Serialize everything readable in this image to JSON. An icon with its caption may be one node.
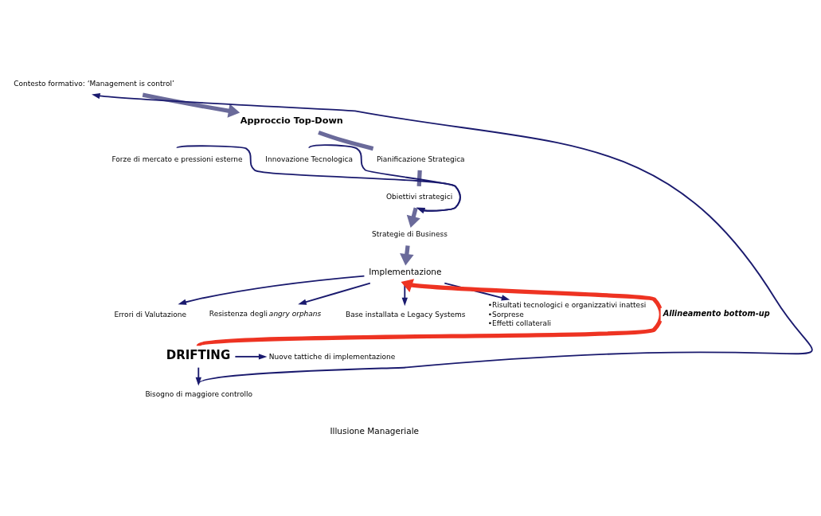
{
  "diagram": {
    "nodes": [
      {
        "text": [
          "Contesto formativo: ‘Management is control’"
        ]
      },
      {
        "text": [
          "Approccio Top-Down"
        ]
      },
      {
        "text": [
          "Pianificazione Strategica"
        ]
      },
      {
        "text": [
          "Obiettivi strategici"
        ]
      },
      {
        "text": [
          "Forze di mercato e pressioni esterne"
        ]
      },
      {
        "text": [
          "Innovazione Tecnologica"
        ]
      },
      {
        "text": [
          "Strategie di Business"
        ]
      },
      {
        "text": [
          "Implementazione"
        ]
      },
      {
        "text": [
          "Resistenza degli *angry orphans*"
        ]
      },
      {
        "text": [
          "Errori di Valutazione"
        ]
      },
      {
        "text": [
          "Base installata e Legacy Systems"
        ]
      },
      {
        "text": [
          "•Risultati tecnologici e organizzativi inattesi",
          "•Sorprese",
          "•Effetti collaterali"
        ]
      },
      {
        "text": [
          "DRIFTING"
        ]
      },
      {
        "text": [
          "Nuove tattiche di implementazione"
        ]
      },
      {
        "text": [
          "Bisogno di maggiore controllo"
        ]
      }
    ],
    "edges": [
      {
        "from": 0,
        "to": 1,
        "arrow": "to",
        "style": "thick",
        "color": "#6a6a9a"
      },
      {
        "from": 1,
        "to": 2,
        "arrow": "none",
        "style": "thick",
        "color": "#6a6a9a"
      },
      {
        "from": 2,
        "to": 3,
        "arrow": "none",
        "style": "thick",
        "color": "#6a6a9a"
      },
      {
        "from": 3,
        "to": 6,
        "arrow": "to",
        "style": "thick",
        "color": "#6a6a9a"
      },
      {
        "from": 6,
        "to": 7,
        "arrow": "to",
        "style": "thick",
        "color": "#6a6a9a"
      },
      {
        "from": 4,
        "to": 3,
        "arrow": "to"
      },
      {
        "from": 5,
        "to": 3,
        "arrow": "to"
      },
      {
        "from": 7,
        "to": 8,
        "arrow": "to"
      },
      {
        "from": 7,
        "to": 9,
        "arrow": "to"
      },
      {
        "from": 7,
        "to": 10,
        "arrow": "to"
      },
      {
        "from": 7,
        "to": 11,
        "arrow": "to"
      },
      {
        "from": 12,
        "to": 7,
        "arrow": "to",
        "label": "Allineamento bottom-up",
        "style": "thick",
        "color": "#ee3322"
      },
      {
        "from": 12,
        "to": 13,
        "arrow": "to"
      },
      {
        "from": 12,
        "to": 14,
        "arrow": "to"
      },
      {
        "from": 14,
        "to": 0,
        "arrow": "to"
      }
    ],
    "labels": [
      "Illusione Manageriale"
    ]
  }
}
